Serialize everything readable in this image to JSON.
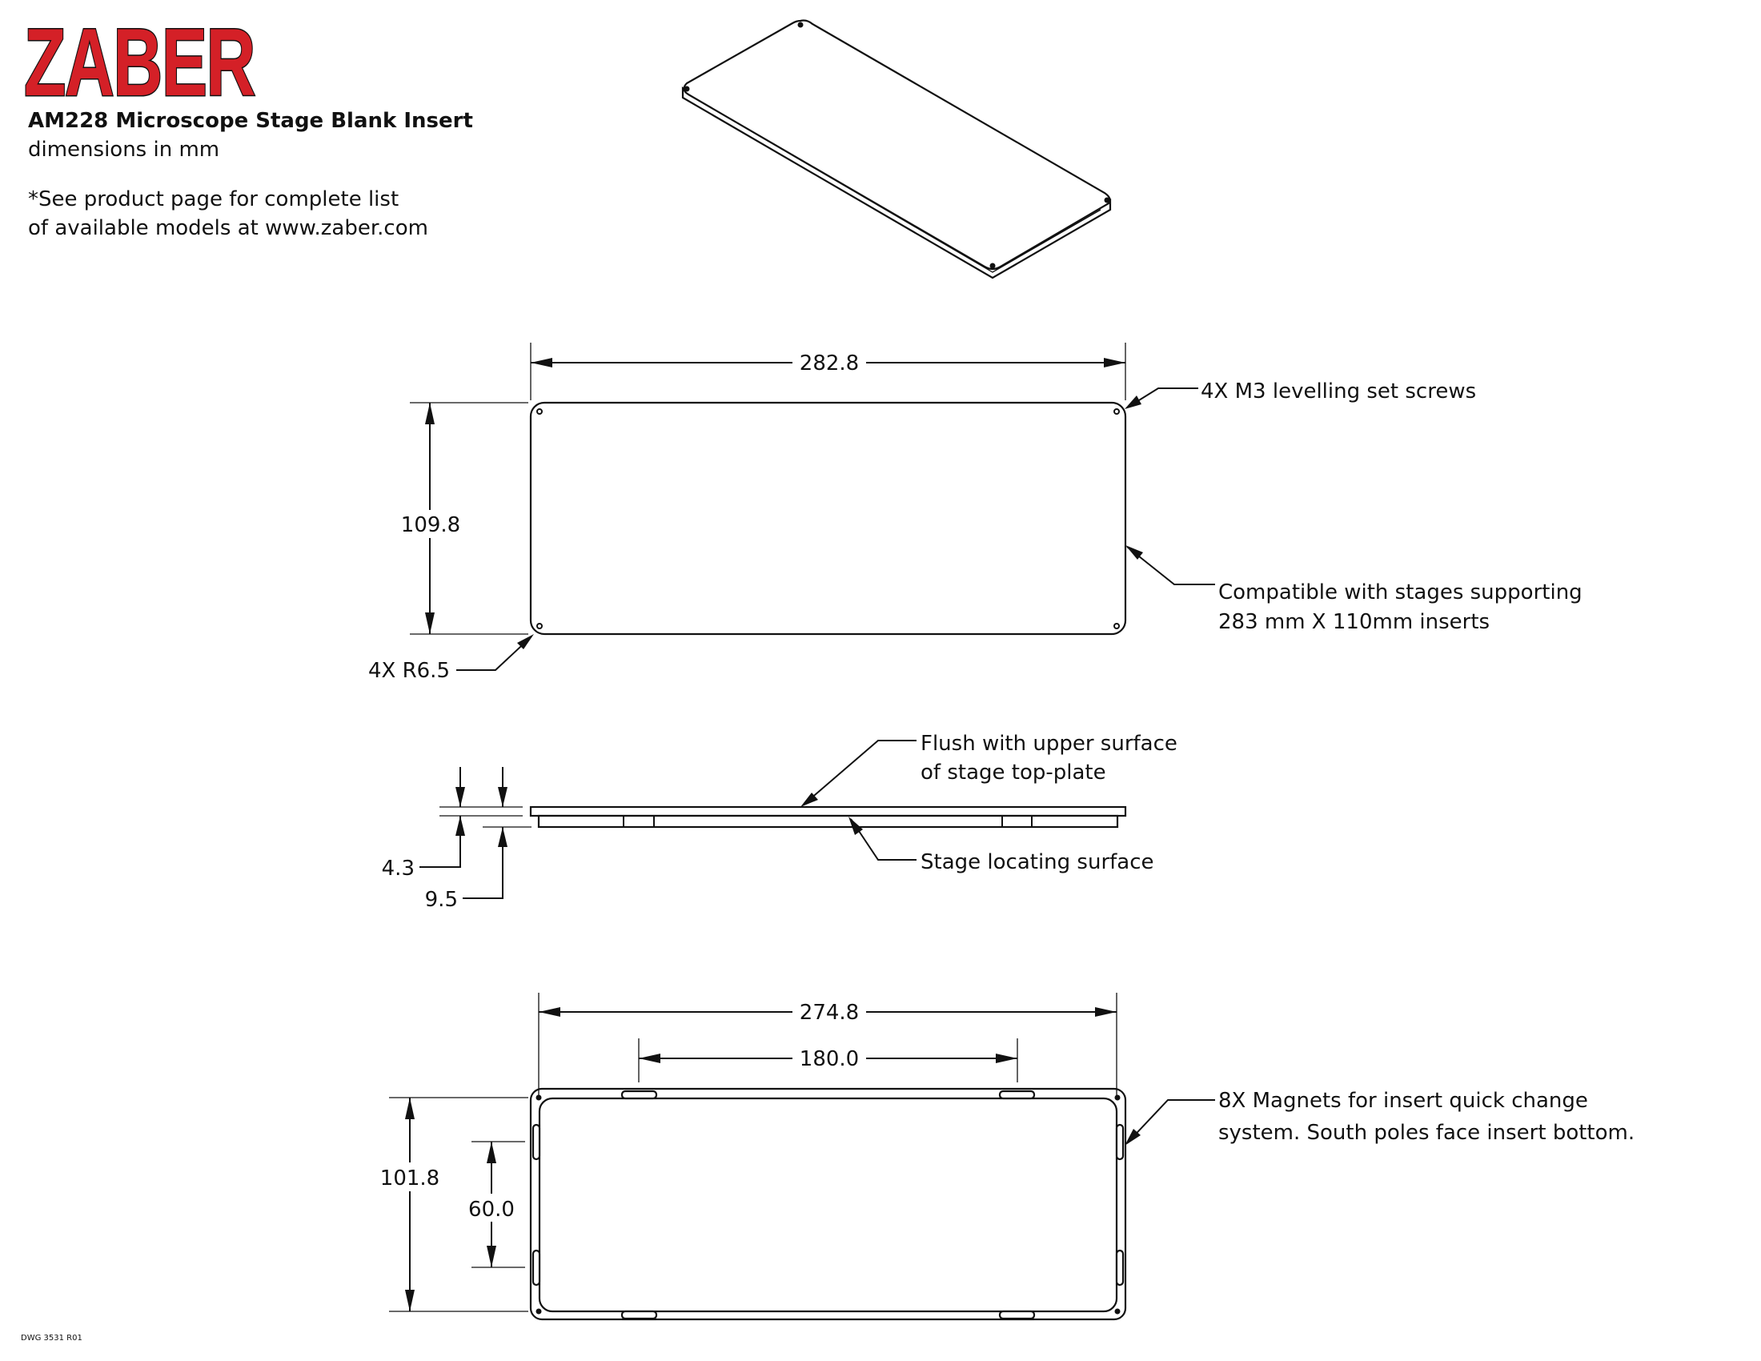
{
  "header": {
    "logo": "ZABER",
    "title": "AM228 Microscope Stage Blank Insert",
    "units": "dimensions in mm",
    "note_line1": "*See product page for complete list",
    "note_line2": "of available models at www.zaber.com"
  },
  "colors": {
    "logo_red": "#d42027",
    "line": "#111111",
    "background": "#ffffff"
  },
  "views": {
    "isometric": {
      "label": "isometric view of blank insert"
    },
    "top": {
      "width_dim": "282.8",
      "height_dim": "109.8",
      "corner_radius_callout": "4X R6.5",
      "screws_callout": "4X M3 levelling set screws",
      "compat_line1": "Compatible with stages supporting",
      "compat_line2": "283 mm X 110mm inserts"
    },
    "side": {
      "dim_thickness_top": "4.3",
      "dim_thickness_total": "9.5",
      "flush_line1": "Flush with upper surface",
      "flush_line2": "of stage top-plate",
      "locating": "Stage locating surface"
    },
    "bottom": {
      "width_dim": "274.8",
      "magnet_spacing_x": "180.0",
      "height_dim": "101.8",
      "magnet_spacing_y": "60.0",
      "magnets_line1": "8X Magnets for insert quick change",
      "magnets_line2": "system. South poles face insert bottom."
    }
  },
  "footer": {
    "drawing_number": "DWG 3531 R01"
  }
}
